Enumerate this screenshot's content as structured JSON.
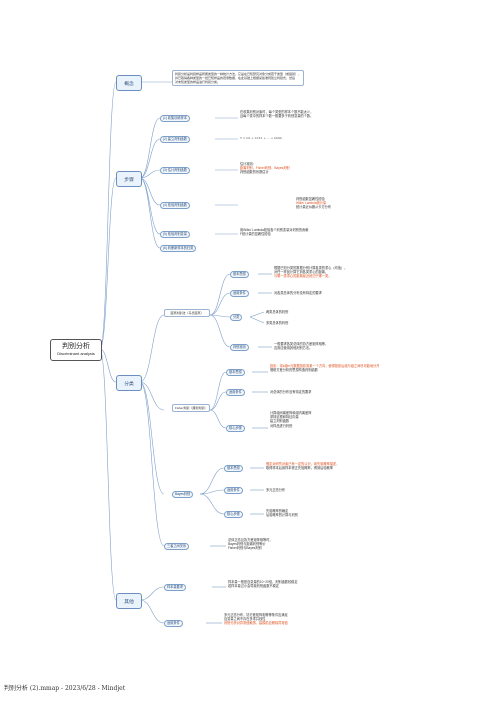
{
  "root": {
    "title": "判别分析",
    "subtitle": "Discriminant analysis"
  },
  "branches": {
    "concept": {
      "label": "概念",
      "text": [
        "判别分析是判别样品所属类型的一种统计方法，它是在已知研究对象分成若干类型（或组别），",
        "并已取得各种类型的一批已知样品的观测数据，在此基础上根据某些准则建立判别式，然后",
        "对未知类型的样品进行判别分类。"
      ]
    },
    "steps": {
      "label": "步骤",
      "items": [
        {
          "label": "(1) 收集训练样本",
          "text": [
            "在收集判别对象时，每个类型的样本个数不能太少，",
            "且每个类中的样本个数一般要多于判别变量的个数。"
          ]
        },
        {
          "label": "(2) 建立判别函数",
          "text": [
            "Y = b0 + b1X1 + ... + bkXk"
          ]
        },
        {
          "label": "(3) 估计判别函数",
          "text": [
            "估计准则：",
            "距离判别、Fisher判别、Bayes判别",
            "判别函数的系数估计"
          ]
        },
        {
          "label": "(4) 检验判别函数",
          "text": [
            "判别函数显著性检验",
            "Wilks' Lambda统计量",
            "统计量近似服从卡方分布"
          ]
        },
        {
          "label": "(5) 检验判别变量",
          "text": [
            "用Wilks' Lambda检验各个判别变量对判别的贡献",
            "F统计量的显著性检验"
          ]
        },
        {
          "label": "(6) 判断新样本的归类",
          "text": []
        }
      ]
    },
    "classification": {
      "label": "分类",
      "distance": {
        "label": "距离判别法（马氏距离）",
        "children": [
          {
            "label": "基本思想",
            "text": [
              "根据已知分类的数据分别计算各类的重心（均值），",
              "对任一样品计算它到各类重心的距离，",
              "与哪一类重心的距离最近就归于哪一类。"
            ]
          },
          {
            "label": "适用条件",
            "text": [
              "对各类总体的分布没有特定的要求"
            ]
          },
          {
            "label": "分类",
            "text": [
              "两类总体的判别",
              "多类总体的判别"
            ]
          },
          {
            "label": "判别准则",
            "text": [
              "一般要求各类总体的协方差矩阵相等，",
              "否则应使用其他判别方法。"
            ]
          }
        ]
      },
      "fisher": {
        "label": "Fisher判别（典则判别）",
        "children": [
          {
            "label": "基本思想",
            "text": [
              "投影：将k组m元数据投影到某一个方向，使得投影后组与组之间尽可能地分开",
              "借助方差分析的思想构造判别函数"
            ]
          },
          {
            "label": "适用条件",
            "text": [
              "对总体的分布没有特定的要求"
            ]
          },
          {
            "label": "核心步骤",
            "text": [
              "计算组间离差阵和组内离差阵",
              "求特征根和特征向量",
              "建立判别函数",
              "对样品进行判别"
            ]
          }
        ]
      },
      "bayes": {
        "label": "Bayes判别",
        "children": [
          {
            "label": "基本思想",
            "text": [
              "假定对研究对象已有一定的认识，用先验概率描述，",
              "取得样本后用样本修正先验概率，得到后验概率"
            ]
          },
          {
            "label": "适用条件",
            "text": [
              "多元正态分布"
            ]
          },
          {
            "label": "核心步骤",
            "text": [
              "先验概率的确定",
              "后验概率的计算与判别"
            ]
          }
        ]
      },
      "relation": {
        "label": "三者之间关系",
        "text": [
          "总体正态且协方差矩阵相等时，",
          "Bayes判别与距离判别等价",
          "Fisher判别与Bayes判别"
        ]
      }
    },
    "other": {
      "label": "其他",
      "sample": {
        "label": "样本量要求",
        "text": [
          "样本量一般是自变量的10~20倍，判别函数较稳定",
          "若样本量过小会导致判别函数不稳定"
        ]
      },
      "conditions": {
        "label": "适用条件",
        "text": [
          "多元正态分布，协方差矩阵相等等条件应满足",
          "自变量之间不存在多重共线性",
          "判别分析对异常值敏感，建模前应剔除异常值"
        ]
      }
    }
  },
  "footer": "判别分析 (2).mmap - 2023/6/28 - Mindjet"
}
